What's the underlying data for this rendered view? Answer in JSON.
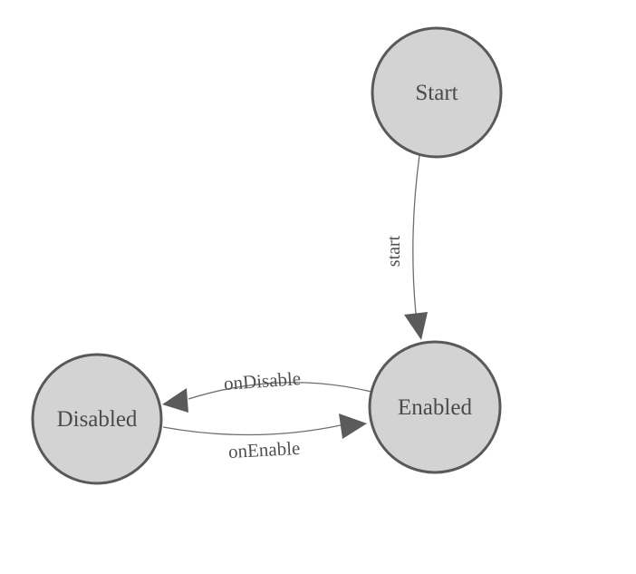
{
  "diagram": {
    "nodes": [
      {
        "id": "start",
        "label": "Start"
      },
      {
        "id": "enabled",
        "label": "Enabled"
      },
      {
        "id": "disabled",
        "label": "Disabled"
      }
    ],
    "edges": [
      {
        "from": "start",
        "to": "enabled",
        "label": "start"
      },
      {
        "from": "enabled",
        "to": "disabled",
        "label": "onDisable"
      },
      {
        "from": "disabled",
        "to": "enabled",
        "label": "onEnable"
      }
    ],
    "colors": {
      "background": "#ffffff",
      "node_fill": "#d3d3d3",
      "node_border": "#595959",
      "edge_line": "#6e6e6e",
      "arrow_fill": "#5b5b5b",
      "label_text": "#4a4a4a"
    }
  }
}
